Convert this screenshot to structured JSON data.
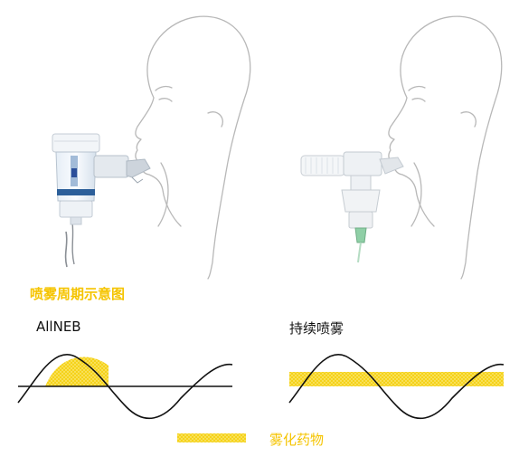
{
  "diagram": {
    "section_title": "喷雾周期示意图",
    "left_panel": {
      "label": "AllNEB"
    },
    "right_panel": {
      "label": "持续喷雾"
    },
    "legend": {
      "label": "雾化药物"
    },
    "colors": {
      "aerosol_fill": "#f5d21a",
      "aerosol_dots": "#fff6b0",
      "wave": "#111111",
      "outline": "#b8b8b8",
      "title": "#f5c400"
    }
  }
}
